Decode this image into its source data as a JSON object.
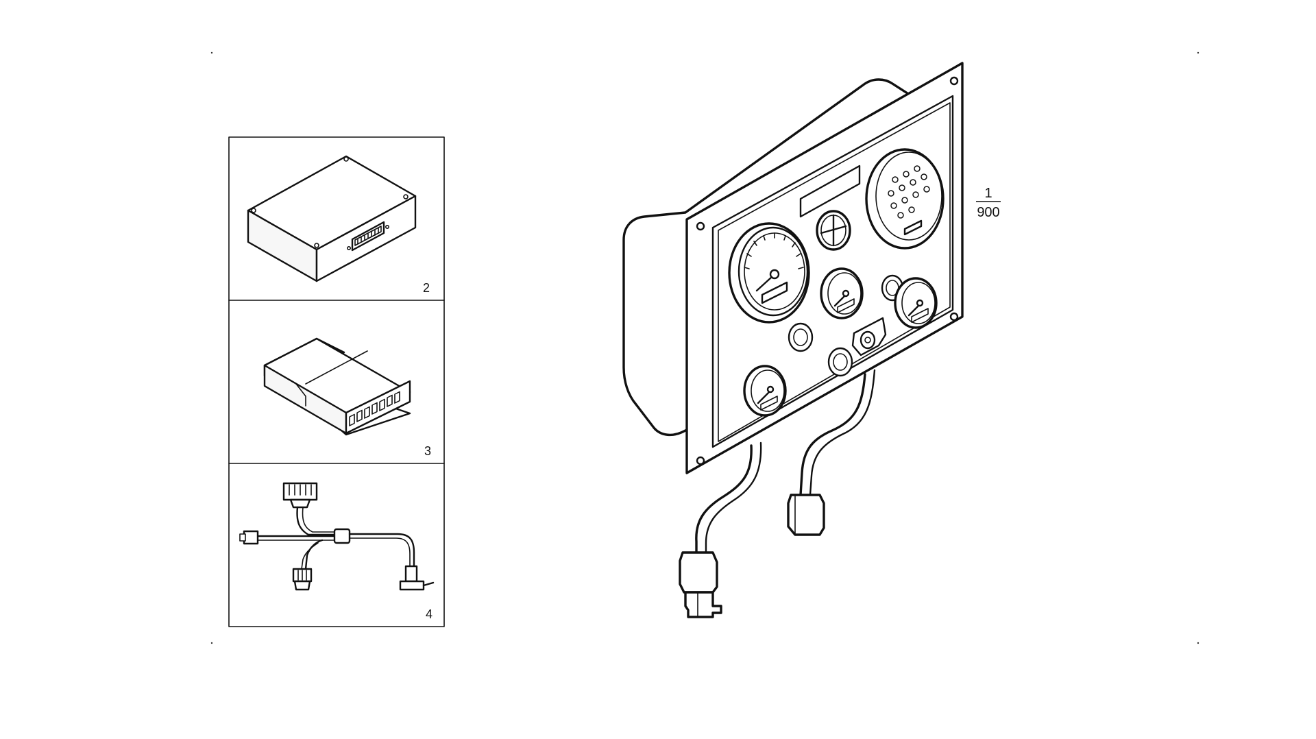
{
  "figure": {
    "panels": [
      {
        "id": "control-unit",
        "label": "2"
      },
      {
        "id": "connector-block",
        "label": "3"
      },
      {
        "id": "wiring-harness",
        "label": "4"
      }
    ],
    "main_assembly": {
      "label_top": "1",
      "label_bottom": "900"
    }
  }
}
